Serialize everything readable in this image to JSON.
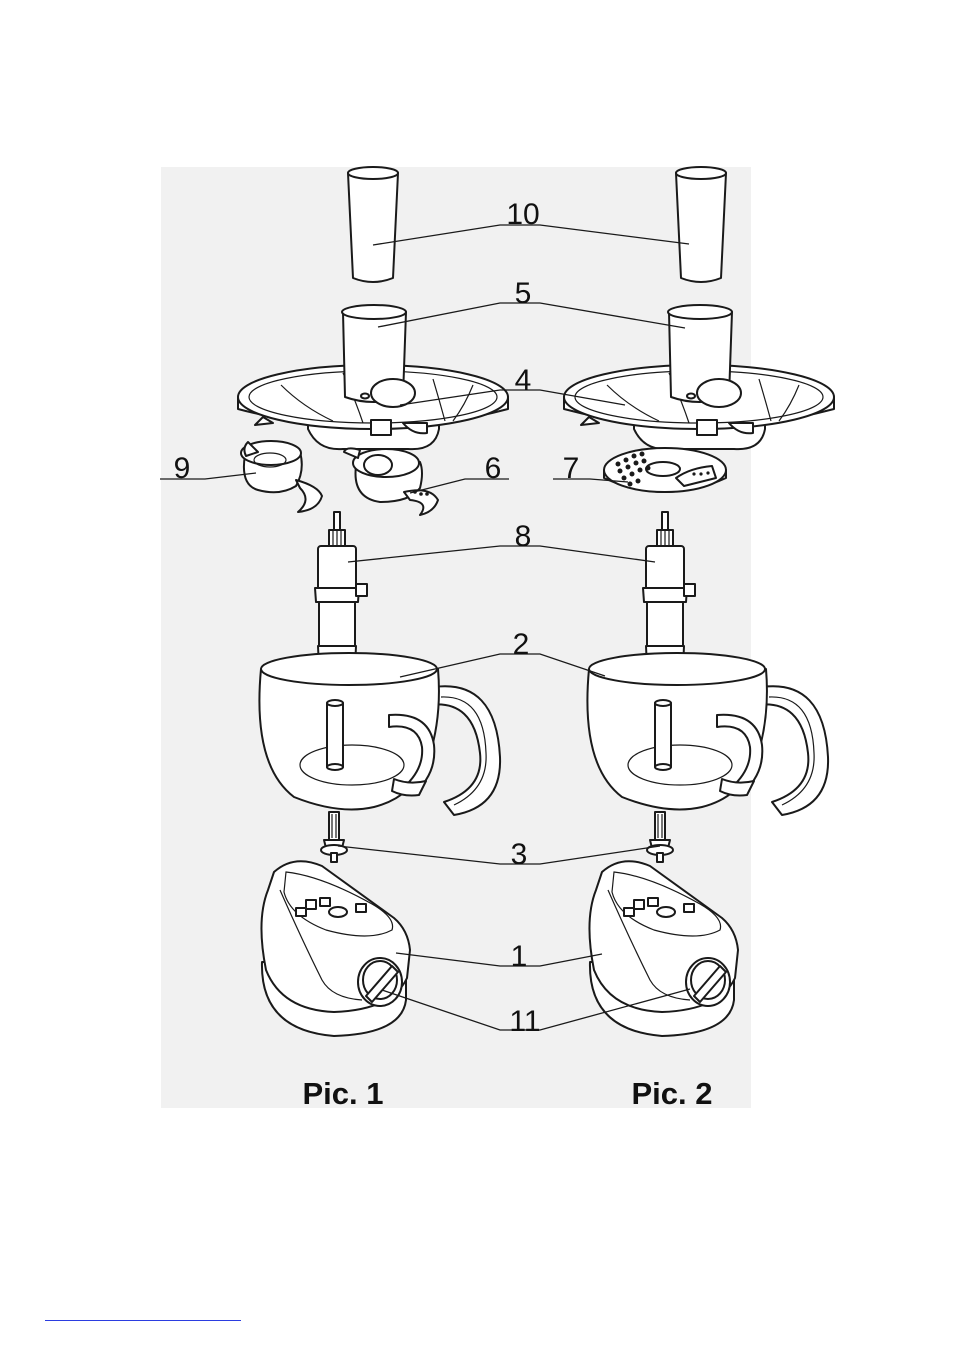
{
  "callouts": {
    "n1": "1",
    "n2": "2",
    "n3": "3",
    "n4": "4",
    "n5": "5",
    "n6": "6",
    "n7": "7",
    "n8": "8",
    "n9": "9",
    "n10": "10",
    "n11": "11"
  },
  "captions": {
    "pic1": "Pic. 1",
    "pic2": "Pic. 2"
  }
}
